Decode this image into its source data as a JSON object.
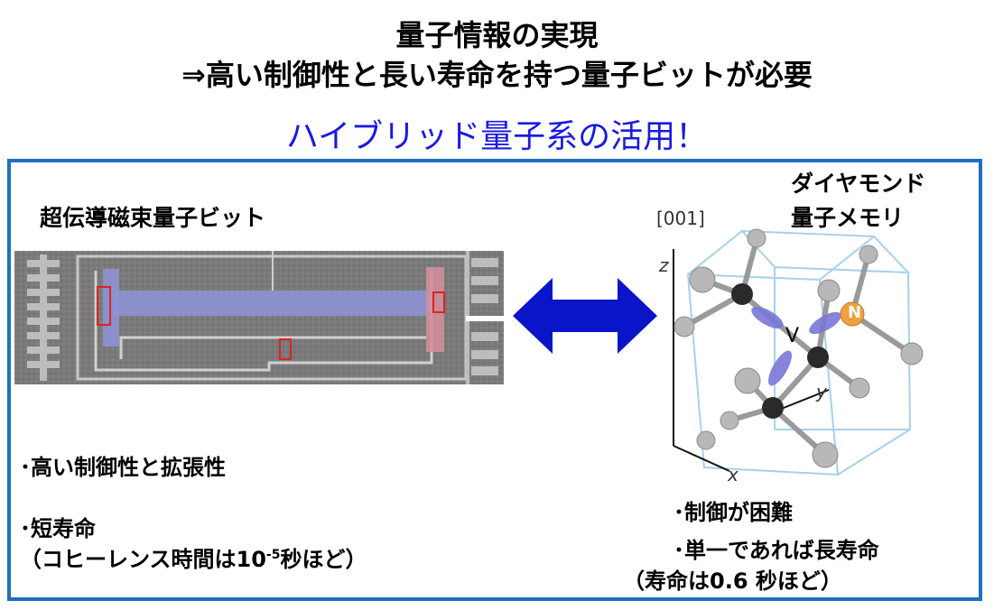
{
  "header": {
    "line1": "量子情報の実現",
    "line2": "⇒高い制御性と長い寿命を持つ量子ビットが必要",
    "headline": "ハイブリッド量子系の活用！"
  },
  "left": {
    "caption": "超伝導磁束量子ビット",
    "bullet1": "･高い制御性と拡張性",
    "bullet2": "･短寿命",
    "note_prefix": "（コヒーレンス時間は10",
    "note_exp": "-5",
    "note_suffix": "秒ほど）"
  },
  "right": {
    "caption_line1": "ダイヤモンド",
    "caption_line2": "量子メモリ",
    "axis_label": "[001]",
    "z": "z",
    "y": "y",
    "x": "x",
    "v": "V",
    "n": "N",
    "bullet1": "･制御が困難",
    "bullet2": "･単一であれば長寿命",
    "note": "（寿命は0.6 秒ほど）"
  },
  "colors": {
    "headline": "#1a1adf",
    "frame": "#1f6fbf",
    "arrow": "#0a14c8",
    "nitrogen": "#f0a040",
    "orbital": "#7a78d8"
  }
}
